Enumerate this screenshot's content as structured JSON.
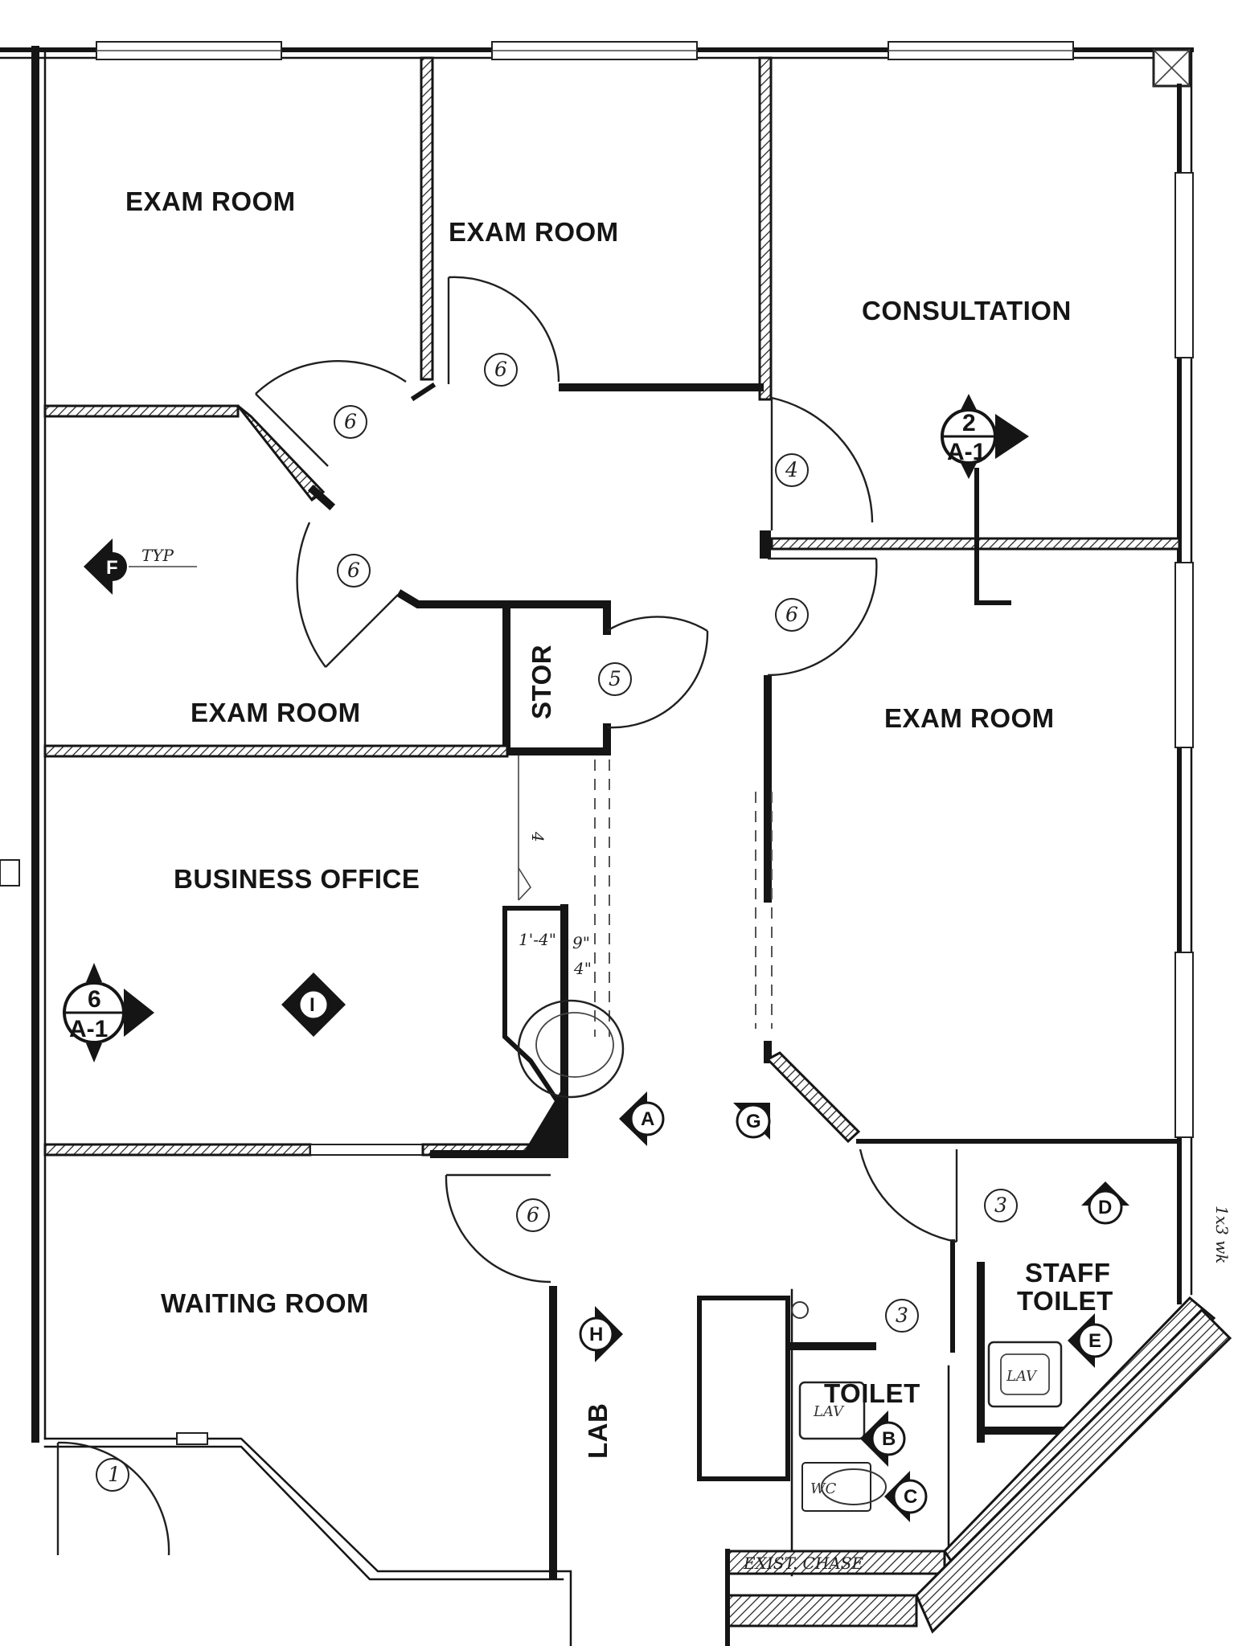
{
  "rooms": [
    {
      "key": "exam1",
      "label": "EXAM ROOM"
    },
    {
      "key": "exam2",
      "label": "EXAM ROOM"
    },
    {
      "key": "consult",
      "label": "CONSULTATION"
    },
    {
      "key": "exam3",
      "label": "EXAM ROOM"
    },
    {
      "key": "stor",
      "label": "STOR"
    },
    {
      "key": "exam4",
      "label": "EXAM ROOM"
    },
    {
      "key": "office",
      "label": "BUSINESS OFFICE"
    },
    {
      "key": "waiting",
      "label": "WAITING ROOM"
    },
    {
      "key": "lab",
      "label": "LAB"
    },
    {
      "key": "staff1",
      "label": "STAFF"
    },
    {
      "key": "staff2",
      "label": "TOILET"
    },
    {
      "key": "toilet",
      "label": "TOILET"
    }
  ],
  "door_tags": [
    "6",
    "6",
    "6",
    "4",
    "6",
    "5",
    "6",
    "3",
    "3",
    "1"
  ],
  "elevation_tags": [
    "F",
    "I",
    "A",
    "G",
    "D",
    "H",
    "B",
    "E",
    "C"
  ],
  "section_marks": [
    {
      "number": "2",
      "sheet": "A-1"
    },
    {
      "number": "6",
      "sheet": "A-1"
    }
  ],
  "notes": {
    "typ": "TYP",
    "dim_a": "1'-4\"",
    "dim_b": "9\"",
    "dim_c": "4\"",
    "dim_d": "4",
    "exist_chase": "EXIST. CHASE",
    "side_note": "1x3 wk",
    "lav1": "LAV",
    "lav2": "LAV",
    "wc": "WC"
  }
}
